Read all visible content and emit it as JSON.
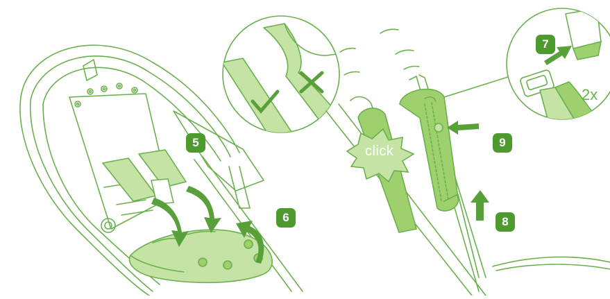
{
  "colors": {
    "line": "#6ab04c",
    "fill_light": "#c5e3a4",
    "fill_mid": "#9fd06e",
    "badge": "#4d9a2e",
    "arrow": "#5aa03a",
    "paper": "#ffffff"
  },
  "steps": {
    "step5": "5",
    "step6": "6",
    "step7": "7",
    "step8": "8",
    "step9": "9"
  },
  "labels": {
    "click": "click",
    "repeat": "2x"
  },
  "icons": {
    "correct": "check-mark-icon",
    "wrong": "cross-mark-icon"
  }
}
